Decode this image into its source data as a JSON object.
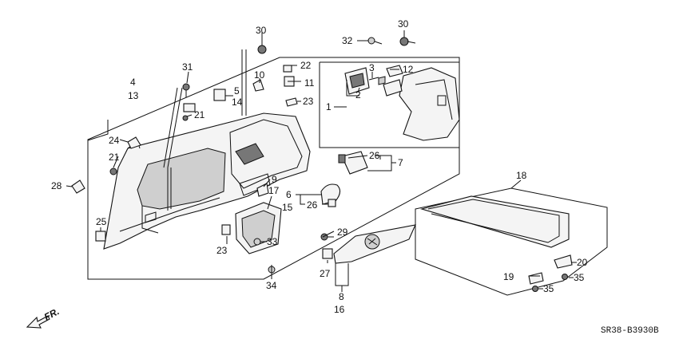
{
  "diagram": {
    "code": "SR38-B3930B",
    "direction": "FR.",
    "labels": {
      "p1": "1",
      "p2": "2",
      "p3": "3",
      "p4": "4",
      "p13": "13",
      "p5": "5",
      "p14": "14",
      "p6": "6",
      "p15": "15",
      "p7": "7",
      "p8": "8",
      "p16": "16",
      "p9": "9",
      "p17": "17",
      "p10": "10",
      "p11": "11",
      "p12": "12",
      "p18": "18",
      "p19": "19",
      "p20": "20",
      "p21a": "21",
      "p21b": "21",
      "p22": "22",
      "p23a": "23",
      "p23b": "23",
      "p24": "24",
      "p25": "25",
      "p26a": "26",
      "p26b": "26",
      "p27": "27",
      "p28": "28",
      "p29": "29",
      "p30a": "30",
      "p30b": "30",
      "p31": "31",
      "p32": "32",
      "p33": "33",
      "p34": "34",
      "p35a": "35",
      "p35b": "35"
    }
  }
}
